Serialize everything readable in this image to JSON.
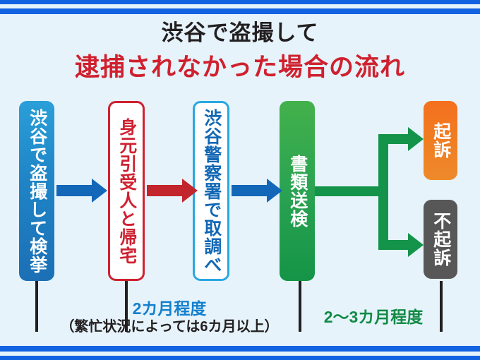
{
  "title": {
    "line1": "渋谷で盗撮して",
    "line2": "逮捕されなかった場合の流れ"
  },
  "flow": {
    "steps": [
      {
        "id": "arrest",
        "label": "渋谷で盗撮して検挙",
        "style": "blue-filled",
        "color": "#1f84c6"
      },
      {
        "id": "release",
        "label": "身元引受人と帰宅",
        "style": "red-outline",
        "color": "#cf2130"
      },
      {
        "id": "investigation",
        "label": "渋谷警察署で取調べ",
        "style": "cyan-outline",
        "color": "#1368b5"
      },
      {
        "id": "sending-papers",
        "label": "書類送検",
        "style": "green-filled",
        "color": "#2aa352"
      }
    ],
    "outcomes": [
      {
        "id": "prosecuted",
        "label": "起訴",
        "style": "orange-filled",
        "color": "#f07d22"
      },
      {
        "id": "not-prosecuted",
        "label": "不起訴",
        "style": "grey-filled",
        "color": "#575757"
      }
    ],
    "connectors": [
      {
        "id": "arrow-1",
        "color": "#1267b8",
        "from": "arrest",
        "to": "release"
      },
      {
        "id": "arrow-2",
        "color": "#c2252c",
        "from": "release",
        "to": "investigation"
      },
      {
        "id": "arrow-3",
        "color": "#1267b8",
        "from": "investigation",
        "to": "sending-papers"
      },
      {
        "id": "branch",
        "color": "#14944a",
        "from": "sending-papers",
        "to": "prosecuted / not-prosecuted"
      }
    ]
  },
  "annotations": {
    "duration_left_main": "2カ月程度",
    "duration_left_sub": "（繁忙状況によっては6カ月以上）",
    "duration_right": "2〜3カ月程度"
  },
  "decor": {
    "bar_color": "#1263e2",
    "background": "#e6f3fb"
  }
}
